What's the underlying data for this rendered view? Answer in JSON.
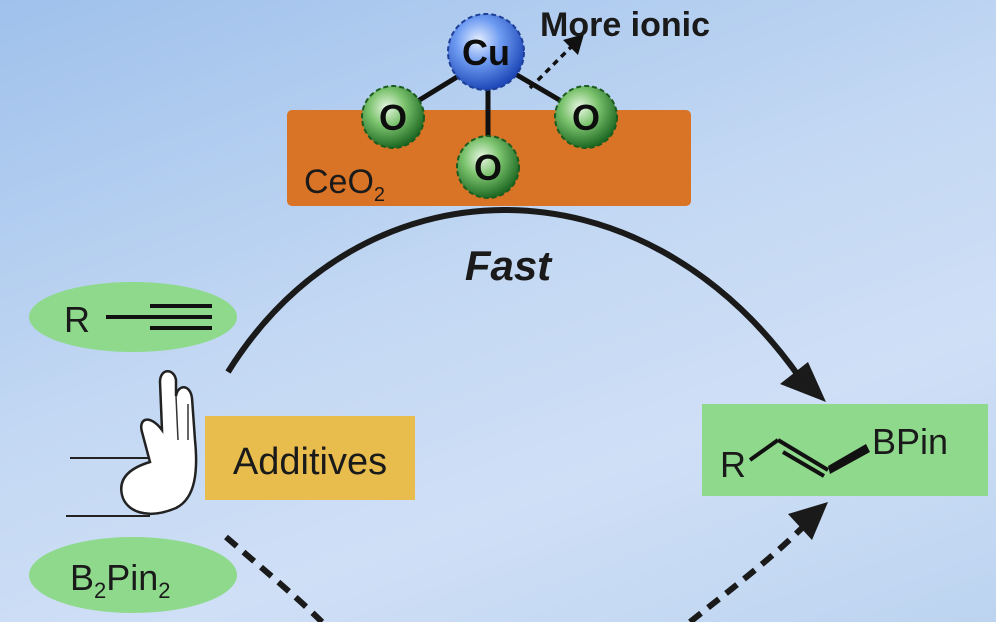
{
  "catalyst": {
    "support_label": "CeO",
    "support_sub": "2",
    "metal_label": "Cu",
    "oxygen_label": "O",
    "annotation": "More ionic"
  },
  "pathway_fast_label": "Fast",
  "reactants": {
    "alkyne_r": "R",
    "boron_main": "B",
    "boron_sub1": "2",
    "boron_mid": "Pin",
    "boron_sub2": "2"
  },
  "additives_label": "Additives",
  "product": {
    "r_label": "R",
    "bpin_label": "BPin"
  },
  "colors": {
    "support": "#d97326",
    "oxygen": "#3d9a3d",
    "copper": "#4a7ee8",
    "reactant_bubble": "#8fd98c",
    "additives_box": "#e8bd4d",
    "product_box": "#8fd98c",
    "arrow": "#1a1a1a"
  }
}
